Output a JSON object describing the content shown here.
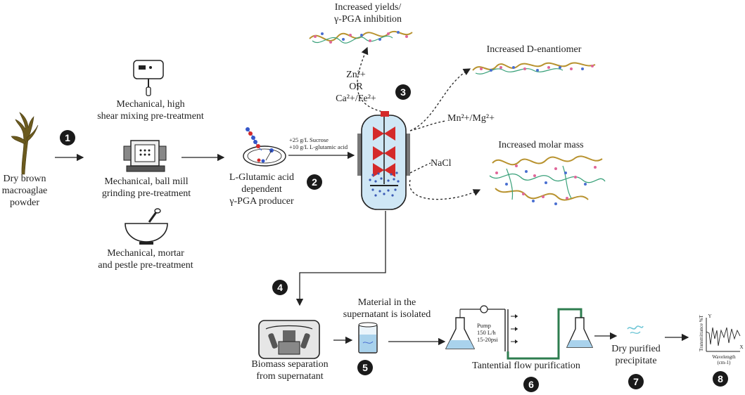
{
  "inputs": {
    "dry_brown": "Dry brown\nmacroaglae\npowder"
  },
  "pretreatments": {
    "high_shear": "Mechanical, high\nshear mixing pre-treatment",
    "ball_mill": "Mechanical, ball mill\ngrinding pre-treatment",
    "mortar": "Mechanical, mortar\nand pestle pre-treatment"
  },
  "producer": {
    "label": "L-Glutamic acid\ndependent\nγ-PGA producer",
    "feed": "+25 g/L Sucrose\n+10 g/L L-glutamic acid"
  },
  "ions": {
    "zn": "Zn²+\nOR\nCa²+/Fe²+",
    "mn": "Mn²+/Mg²+",
    "nacl": "NaCl"
  },
  "outcomes": {
    "yields": "Increased yields/\nγ-PGA inhibition",
    "d_enantiomer": "Increased D-enantiomer",
    "molar_mass": "Increased molar mass"
  },
  "downstream": {
    "biomass": "Biomass separation\nfrom supernatant",
    "isolated": "Material in the\nsupernatant is isolated",
    "pump": "Pump\n150 L/h\n15-20psi",
    "tff": "Tantential flow purification",
    "dry": "Dry purified\nprecipitate",
    "ftir_y_label": "Transmittance %T",
    "ftir_x_label": "Wavelength\n(cm-1)",
    "ftir_y": "Y",
    "ftir_x": "X"
  },
  "steps": [
    "1",
    "2",
    "3",
    "4",
    "5",
    "6",
    "7",
    "8"
  ],
  "colors": {
    "seaweed": "#6b5a1e",
    "reactor": "#cfe7f5",
    "impeller": "#d42a2a",
    "pipe": "#2e7d4f",
    "strand_gold": "#b8922e",
    "strand_green": "#3aa17a",
    "strand_pink": "#e0679a",
    "strand_blue": "#4a6fd1"
  }
}
